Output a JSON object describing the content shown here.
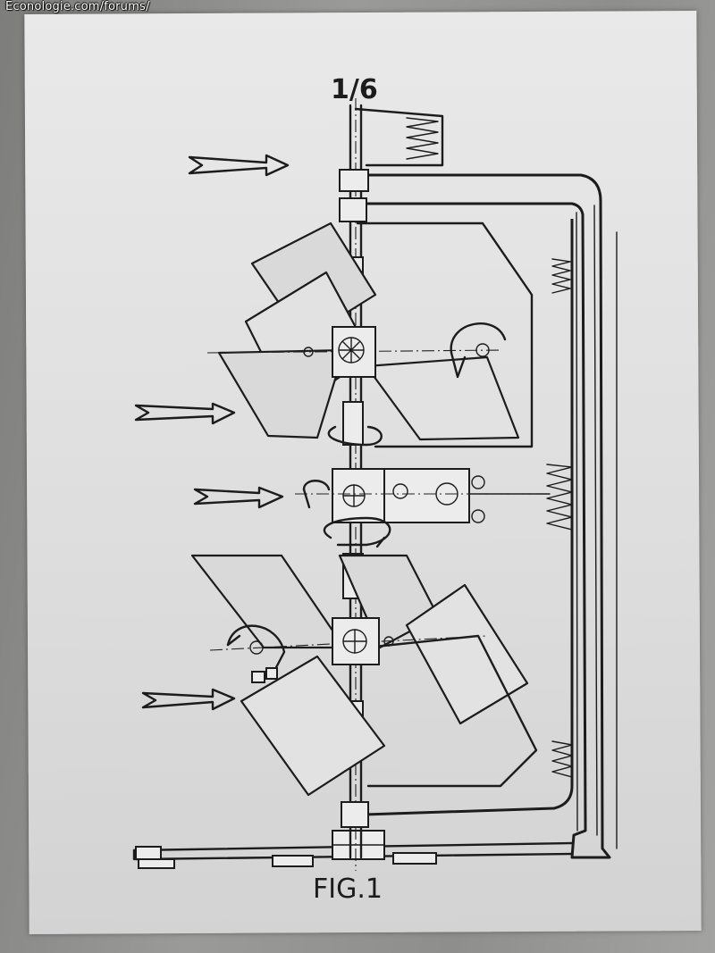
{
  "watermark": "Econologie.com/forums/",
  "figure": {
    "page_mark": "1/6",
    "caption": "FIG.1"
  }
}
